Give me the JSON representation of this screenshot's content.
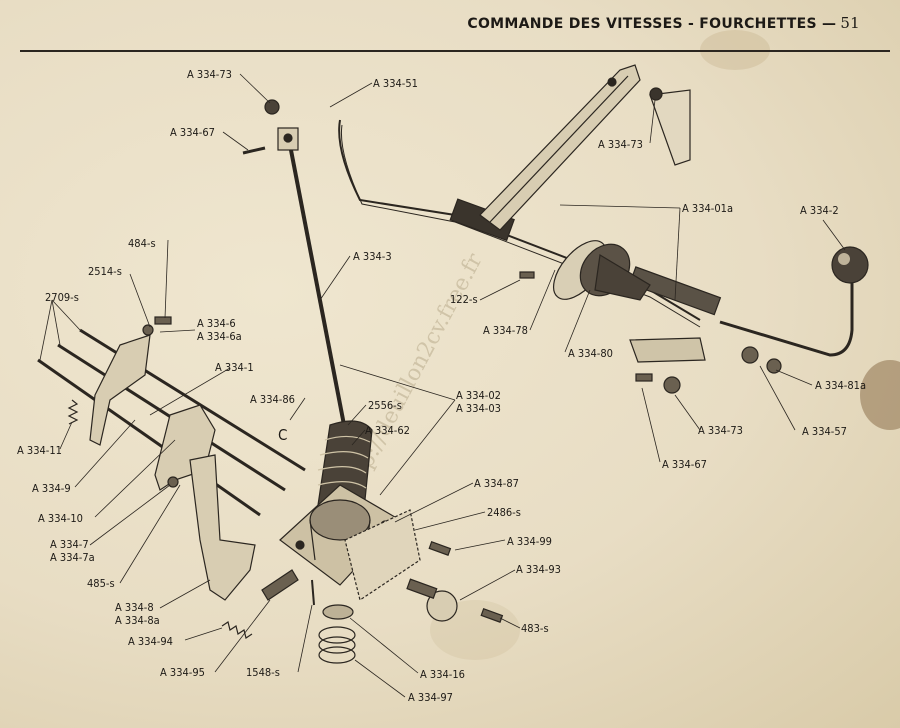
{
  "header": {
    "title": "COMMANDE DES VITESSES - FOURCHETTES —",
    "page": "51"
  },
  "watermark": "p://deuillon2cv.free.fr",
  "labels": {
    "a334_73_top": "A 334-73",
    "a334_51": "A 334-51",
    "a334_67_top": "A 334-67",
    "a334_73_right": "A 334-73",
    "a334_01a": "A 334-01a",
    "a334_2": "A 334-2",
    "s484": "484-s",
    "s2514": "2514-s",
    "s2709": "2709-s",
    "a334_3": "A 334-3",
    "s122": "122-s",
    "a334_78": "A 334-78",
    "a334_80": "A 334-80",
    "a334_6": "A 334-6",
    "a334_6a": "A 334-6a",
    "a334_1": "A 334-1",
    "a334_81a": "A 334-81a",
    "a334_86": "A 334-86",
    "c_mark": "C",
    "a334_02": "A 334-02",
    "a334_03": "A 334-03",
    "s2556": "2556-s",
    "a334_62": "A 334-62",
    "a334_73_mid": "A 334-73",
    "a334_57": "A 334-57",
    "a334_11": "A 334-11",
    "a334_67_mid": "A 334-67",
    "a334_9": "A 334-9",
    "a334_87": "A 334-87",
    "a334_10": "A 334-10",
    "s2486": "2486-s",
    "a334_99": "A 334-99",
    "a334_7": "A 334-7",
    "a334_7a": "A 334-7a",
    "a334_93": "A 334-93",
    "s485": "485-s",
    "a334_8": "A 334-8",
    "a334_8a": "A 334-8a",
    "s483": "483-s",
    "a334_94": "A 334-94",
    "a334_16": "A 334-16",
    "a334_95": "A 334-95",
    "s1548": "1548-s",
    "a334_97": "A 334-97"
  }
}
